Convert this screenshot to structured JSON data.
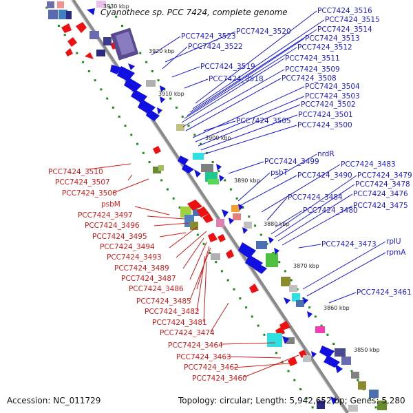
{
  "title": "Cyanothece sp. PCC 7424, complete genome",
  "accession_text": "Accession: NC_011729",
  "topology_text": "Topology: circular; Length: 5,942,652 bp; Genes: 5,280",
  "kbp_labels": [
    "3930 kbp",
    "3920 kbp",
    "3910 kbp",
    "3900 kbp",
    "3890 kbp",
    "3880 kbp",
    "3870 kbp",
    "3860 kbp",
    "3850 kbp"
  ],
  "blue_labels": [
    "PCC7424_3516",
    "PCC7424_3515",
    "PCC7424_3514",
    "PCC7424_3513",
    "PCC7424_3512",
    "PCC7424_3511",
    "PCC7424_3509",
    "PCC7424_3508",
    "PCC7424_3504",
    "PCC7424_3503",
    "PCC7424_3502",
    "PCC7424_3501",
    "PCC7424_3500",
    "PCC7424_3523",
    "PCC7424_3520",
    "PCC7424_3522",
    "PCC7424_3519",
    "PCC7424_3518",
    "PCC7424_3505",
    "nrdR",
    "PCC7424_3499",
    "psbT",
    "PCC7424_3483",
    "PCC7424_3490",
    "PCC7424_3479",
    "PCC7424_3478",
    "PCC7424_3484",
    "PCC7424_3476",
    "PCC7424_3480",
    "PCC7424_3475",
    "PCC7424_3473",
    "rplU",
    "rpmA",
    "PCC7424_3461"
  ],
  "red_labels": [
    "PCC7424_3510",
    "PCC7424_3507",
    "PCC7424_3506",
    "psbM",
    "PCC7424_3497",
    "PCC7424_3496",
    "PCC7424_3495",
    "PCC7424_3494",
    "PCC7424_3493",
    "PCC7424_3489",
    "PCC7424_3487",
    "PCC7424_3486",
    "PCC7424_3485",
    "PCC7424_3482",
    "PCC7424_3481",
    "PCC7424_3474",
    "PCC7424_3464",
    "PCC7424_3463",
    "PCC7424_3462",
    "PCC7424_3460"
  ],
  "colors": {
    "backbone": "#8a8a8a",
    "forward_gene": "#1010e0",
    "reverse_gene": "#ee1010",
    "tick_dots": "#1a8a1a",
    "blue_text": "#1a1ad0",
    "red_text": "#d01a1a"
  }
}
